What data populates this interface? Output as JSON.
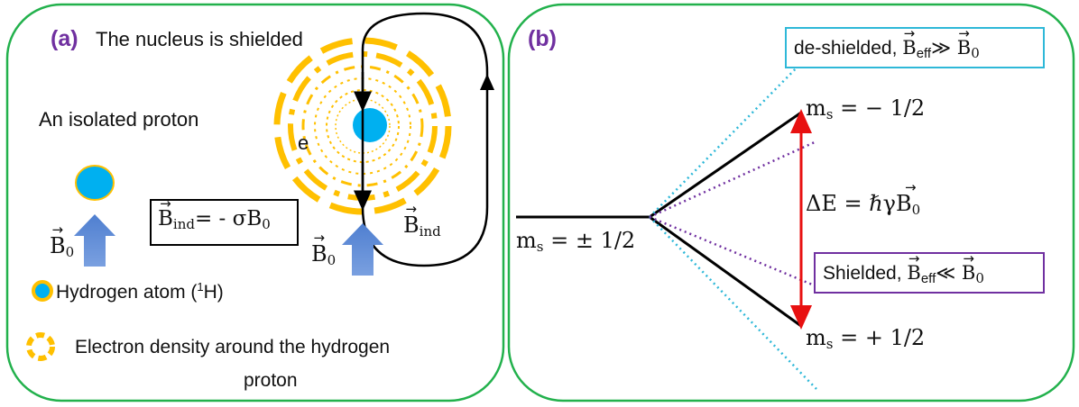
{
  "panel_a": {
    "label": "(a)",
    "title": "The nucleus is shielded",
    "isolated_proton": "An isolated proton",
    "electron_label": "e",
    "b0_symbol": "B",
    "b0_sub": "0",
    "b_ind_symbol": "B",
    "b_ind_sub": "ind",
    "formula_lhs": "B",
    "formula_lhs_sub": "ind",
    "formula_rhs": "= - σB",
    "formula_rhs_sub": "0",
    "legend_hydrogen": "Hydrogen atom (",
    "legend_hydrogen_sup": "1",
    "legend_hydrogen_end": "H)",
    "legend_electron_line1": "Electron density around the hydrogen",
    "legend_electron_line2": "proton"
  },
  "panel_b": {
    "label": "(b)",
    "deshielded_text": "de-shielded, ",
    "deshielded_b": "B",
    "deshielded_b_sub": "eff",
    "deshielded_rel": "≫ ",
    "deshielded_b0": "B",
    "deshielded_b0_sub": "0",
    "shielded_text": "Shielded, ",
    "shielded_b": "B",
    "shielded_b_sub": "eff",
    "shielded_rel": "≪ ",
    "shielded_b0": "B",
    "shielded_b0_sub": "0",
    "ms_upper": "m",
    "ms_upper_sub": "s",
    "ms_upper_val": " = − 1/2",
    "ms_lower": "m",
    "ms_lower_sub": "s",
    "ms_lower_val": " = + 1/2",
    "ms_mid": "m",
    "ms_mid_sub": "s",
    "ms_mid_val": " = ± 1/2",
    "delta_e": "ΔE = ℏγB",
    "delta_e_sub": "0"
  },
  "colors": {
    "panel_border": "#22b14c",
    "accent_purple": "#7030a0",
    "proton_blue": "#00b0f0",
    "electron_gold": "#ffc000",
    "arrow_blue": "#4472c4",
    "deshield_box": "#2eb8d8",
    "transition_red": "#e81010",
    "shield_dotted": "#7030a0",
    "deshield_dotted": "#2eb8d8"
  }
}
